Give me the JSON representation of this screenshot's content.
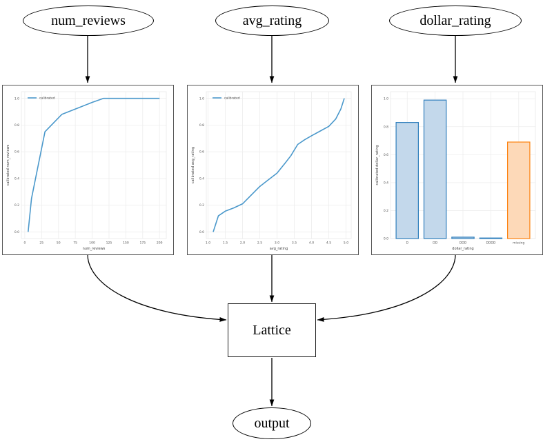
{
  "nodes": {
    "num_reviews": {
      "label": "num_reviews"
    },
    "avg_rating": {
      "label": "avg_rating"
    },
    "dollar_rating": {
      "label": "dollar_rating"
    },
    "lattice": {
      "label": "Lattice"
    },
    "output": {
      "label": "output"
    }
  },
  "colors": {
    "line_blue": "#4a98cb",
    "bar_blue_fill": "#c3d8eb",
    "bar_blue_edge": "#2e7ebc",
    "bar_orange_fill": "#fdd9b8",
    "bar_orange_edge": "#fd810d",
    "grid": "#ededed",
    "axes_frame": "#e8e8e8",
    "tick_text": "#525252",
    "label_text": "#3f3f3f",
    "edge_black": "#000000"
  },
  "chart_data": [
    {
      "type": "line",
      "title": "",
      "xlabel": "num_reviews",
      "ylabel": "calibrated num_reviews",
      "grid": true,
      "legend_position": "upper left",
      "legend": [
        {
          "label": "calibrated",
          "color": "#4a98cb"
        }
      ],
      "xlim": [
        -5,
        210
      ],
      "ylim": [
        -0.05,
        1.05
      ],
      "xticks": [
        {
          "v": 0,
          "label": "0"
        },
        {
          "v": 25,
          "label": "25"
        },
        {
          "v": 50,
          "label": "50"
        },
        {
          "v": 75,
          "label": "75"
        },
        {
          "v": 100,
          "label": "100"
        },
        {
          "v": 125,
          "label": "125"
        },
        {
          "v": 150,
          "label": "150"
        },
        {
          "v": 175,
          "label": "175"
        },
        {
          "v": 200,
          "label": "200"
        }
      ],
      "yticks": [
        {
          "v": 0,
          "label": "0.0"
        },
        {
          "v": 0.2,
          "label": "0.2"
        },
        {
          "v": 0.4,
          "label": "0.4"
        },
        {
          "v": 0.6,
          "label": "0.6"
        },
        {
          "v": 0.8,
          "label": "0.8"
        },
        {
          "v": 1.0,
          "label": "1.0"
        }
      ],
      "series": [
        {
          "name": "calibrated",
          "color": "#4a98cb",
          "x": [
            5,
            10,
            30,
            55,
            80,
            100,
            117,
            200
          ],
          "y": [
            0.0,
            0.25,
            0.75,
            0.88,
            0.93,
            0.97,
            1.0,
            1.0
          ]
        }
      ]
    },
    {
      "type": "line",
      "title": "",
      "xlabel": "avg_rating",
      "ylabel": "calibrated avg_rating",
      "grid": true,
      "legend_position": "upper left",
      "legend": [
        {
          "label": "calibrated",
          "color": "#4a98cb"
        }
      ],
      "xlim": [
        0.95,
        5.15
      ],
      "ylim": [
        -0.05,
        1.05
      ],
      "xticks": [
        {
          "v": 1.0,
          "label": "1.0"
        },
        {
          "v": 1.5,
          "label": "1.5"
        },
        {
          "v": 2.0,
          "label": "2.0"
        },
        {
          "v": 2.5,
          "label": "2.5"
        },
        {
          "v": 3.0,
          "label": "3.0"
        },
        {
          "v": 3.5,
          "label": "3.5"
        },
        {
          "v": 4.0,
          "label": "4.0"
        },
        {
          "v": 4.5,
          "label": "4.5"
        },
        {
          "v": 5.0,
          "label": "5.0"
        }
      ],
      "yticks": [
        {
          "v": 0,
          "label": "0.0"
        },
        {
          "v": 0.2,
          "label": "0.2"
        },
        {
          "v": 0.4,
          "label": "0.4"
        },
        {
          "v": 0.6,
          "label": "0.6"
        },
        {
          "v": 0.8,
          "label": "0.8"
        },
        {
          "v": 1.0,
          "label": "1.0"
        }
      ],
      "series": [
        {
          "name": "calibrated",
          "color": "#4a98cb",
          "x": [
            1.15,
            1.3,
            1.5,
            1.75,
            2.0,
            2.25,
            2.5,
            2.75,
            3.0,
            3.25,
            3.4,
            3.6,
            3.8,
            4.0,
            4.25,
            4.5,
            4.7,
            4.85,
            4.95
          ],
          "y": [
            0.0,
            0.12,
            0.155,
            0.18,
            0.21,
            0.275,
            0.34,
            0.39,
            0.44,
            0.52,
            0.57,
            0.655,
            0.69,
            0.72,
            0.755,
            0.79,
            0.845,
            0.92,
            1.0
          ]
        }
      ]
    },
    {
      "type": "bar",
      "title": "",
      "xlabel": "dollar_rating",
      "ylabel": "calibrated dollar_rating",
      "grid": true,
      "legend": [],
      "xlim": [
        -0.6,
        4.6
      ],
      "ylim": [
        0,
        1.05
      ],
      "categories": [
        "D",
        "DD",
        "DDD",
        "DDDD",
        "missing"
      ],
      "values": [
        0.83,
        0.99,
        0.01,
        0.004,
        0.69
      ],
      "bar_fills": [
        "#c3d8eb",
        "#c3d8eb",
        "#c3d8eb",
        "#c3d8eb",
        "#fdd9b8"
      ],
      "bar_edges": [
        "#2e7ebc",
        "#2e7ebc",
        "#2e7ebc",
        "#2e7ebc",
        "#fd810d"
      ],
      "xticks": [
        {
          "v": 0,
          "label": "D"
        },
        {
          "v": 1,
          "label": "DD"
        },
        {
          "v": 2,
          "label": "DDD"
        },
        {
          "v": 3,
          "label": "DDDD"
        },
        {
          "v": 4,
          "label": "missing"
        }
      ],
      "yticks": [
        {
          "v": 0,
          "label": "0.0"
        },
        {
          "v": 0.2,
          "label": "0.2"
        },
        {
          "v": 0.4,
          "label": "0.4"
        },
        {
          "v": 0.6,
          "label": "0.6"
        },
        {
          "v": 0.8,
          "label": "0.8"
        },
        {
          "v": 1.0,
          "label": "1.0"
        }
      ]
    }
  ]
}
